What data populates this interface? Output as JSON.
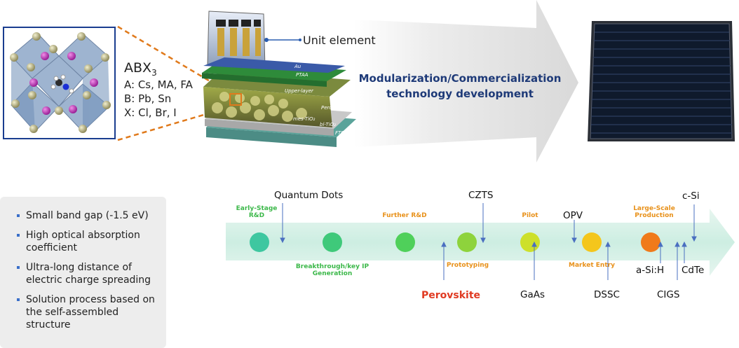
{
  "formula": {
    "name": "ABX",
    "subscript": "3",
    "a_line": "A: Cs, MA, FA",
    "b_line": "B: Pb, Sn",
    "x_line": "X: Cl, Br, I"
  },
  "device": {
    "unit_label": "Unit element",
    "layers": [
      "Au",
      "PTAA",
      "Upper-layer",
      "Perov.",
      "mes-TiO₂",
      "bl-TiO₂",
      "FTO"
    ]
  },
  "arrow": {
    "line1": "Modularization/Commercialization",
    "line2": "technology development"
  },
  "properties": [
    "Small band gap (-1.5 eV)",
    "High optical absorption coefficient",
    "Ultra-long distance of electric charge spreading",
    "Solution process based on the self-assembled structure"
  ],
  "roadmap": {
    "stages": {
      "early": "Early-Stage\nR&D",
      "further": "Further R&D",
      "pilot": "Pilot",
      "large": "Large-Scale\nProduction",
      "breakthrough": "Breakthrough/key IP\nGeneration",
      "prototyping": "Prototyping",
      "market": "Market Entry"
    },
    "technologies": {
      "quantum_dots": "Quantum Dots",
      "czts": "CZTS",
      "opv": "OPV",
      "csi": "c-Si",
      "perovskite": "Perovskite",
      "gaas": "GaAs",
      "dssc": "DSSC",
      "asih": "a-Si:H",
      "cigs": "CIGS",
      "cdte": "CdTe"
    },
    "colors": {
      "early": "#3ec7a0",
      "breakthrough": "#3fc97a",
      "further": "#4fd05a",
      "prototyping": "#8ed33c",
      "pilot": "#cde02a",
      "market": "#f4c61c",
      "large": "#f07a1a",
      "perovskite_text": "#e03a22"
    }
  }
}
